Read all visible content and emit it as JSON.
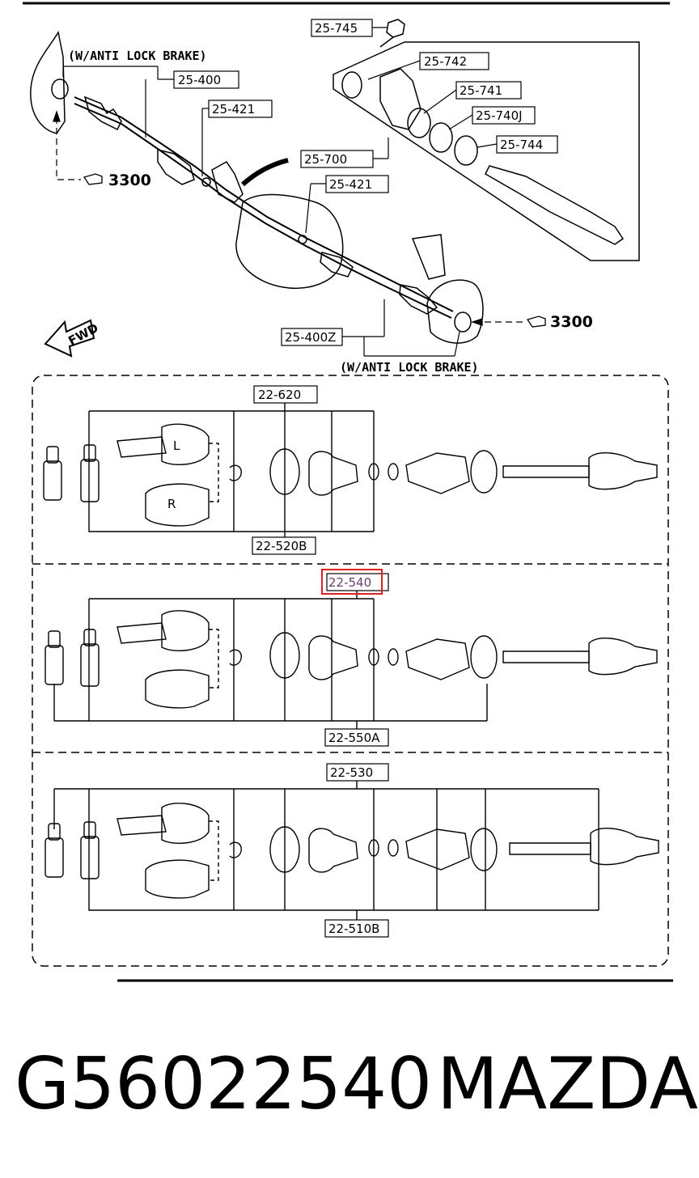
{
  "labels": {
    "l25_745": "25-745",
    "l25_742": "25-742",
    "l25_741": "25-741",
    "l25_740j": "25-740J",
    "l25_744": "25-744",
    "l25_700": "25-700",
    "l25_400": "25-400",
    "l25_421a": "25-421",
    "l25_421b": "25-421",
    "l25_400z": "25-400Z",
    "ref_3300_left": "3300",
    "ref_3300_right": "3300",
    "abs_note_top": "(W/ANTI LOCK BRAKE)",
    "abs_note_bottom": "(W/ANTI LOCK BRAKE)",
    "fwd": "FWD",
    "l22_620": "22-620",
    "l22_520b": "22-520B",
    "l22_540": "22-540",
    "l22_550a": "22-550A",
    "l22_530": "22-530",
    "l22_510b": "22-510B",
    "joint_l": "L",
    "joint_r": "R"
  },
  "part_number": "G56022540",
  "brand": "MAZDA",
  "colors": {
    "ink": "#000000",
    "highlight_box": "#e02020",
    "highlight_text": "#6a3d6a"
  },
  "icons": {
    "ref_pointer": "hand-pointer-icon",
    "fwd_arrow": "fwd-arrow-icon"
  }
}
